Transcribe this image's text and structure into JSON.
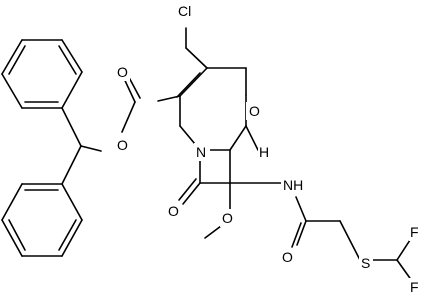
{
  "molecule": {
    "atoms": {
      "cl": "Cl",
      "o_ester_carbonyl": "O",
      "o_ester": "O",
      "o_ring": "O",
      "h_stereo": "H",
      "n_ring": "N",
      "o_lactam": "O",
      "nh": "NH",
      "o_methoxy": "O",
      "o_amide": "O",
      "s": "S",
      "f_top": "F",
      "f_bottom": "F"
    }
  }
}
